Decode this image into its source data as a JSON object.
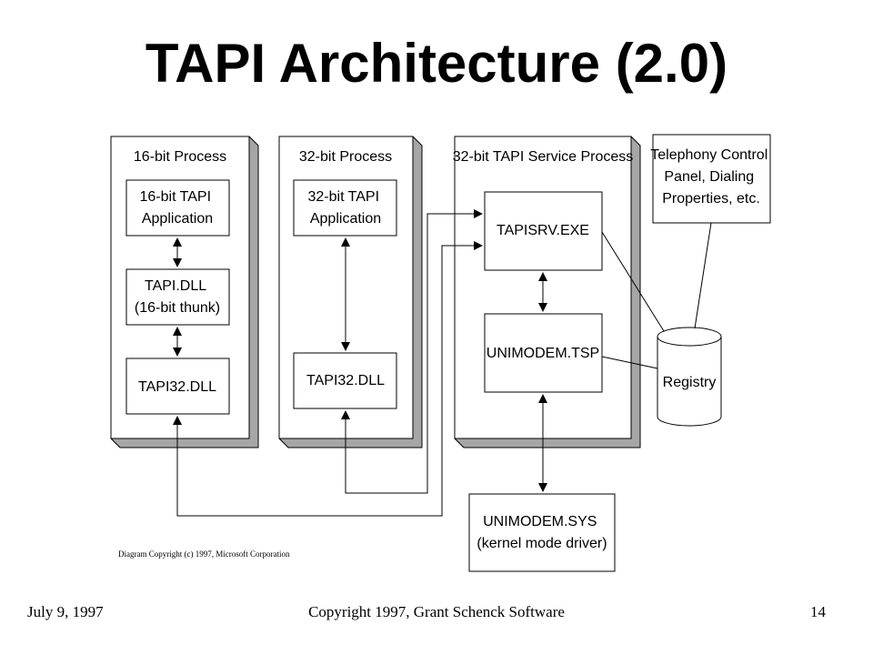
{
  "title": "TAPI Architecture (2.0)",
  "diagram": {
    "processes": {
      "p16": "16-bit Process",
      "p32": "32-bit Process",
      "svc": "32-bit TAPI Service Process"
    },
    "boxes": {
      "app16": [
        "16-bit TAPI",
        "Application"
      ],
      "tapidll": [
        "TAPI.DLL",
        "(16-bit thunk)"
      ],
      "tapi32_16": [
        "TAPI32.DLL"
      ],
      "app32": [
        "32-bit TAPI",
        "Application"
      ],
      "tapi32_32": [
        "TAPI32.DLL"
      ],
      "tapisrv": [
        "TAPISRV.EXE"
      ],
      "unimodem_tsp": [
        "UNIMODEM.TSP"
      ],
      "unimodem_sys": [
        "UNIMODEM.SYS",
        "(kernel mode driver)"
      ],
      "control_panel": [
        "Telephony Control",
        "Panel, Dialing",
        "Properties, etc."
      ],
      "registry": [
        "Registry"
      ]
    },
    "caption": "Diagram Copyright (c) 1997, Microsoft Corporation"
  },
  "footer": {
    "date": "July 9, 1997",
    "copyright": "Copyright 1997, Grant Schenck Software",
    "page": "14"
  }
}
